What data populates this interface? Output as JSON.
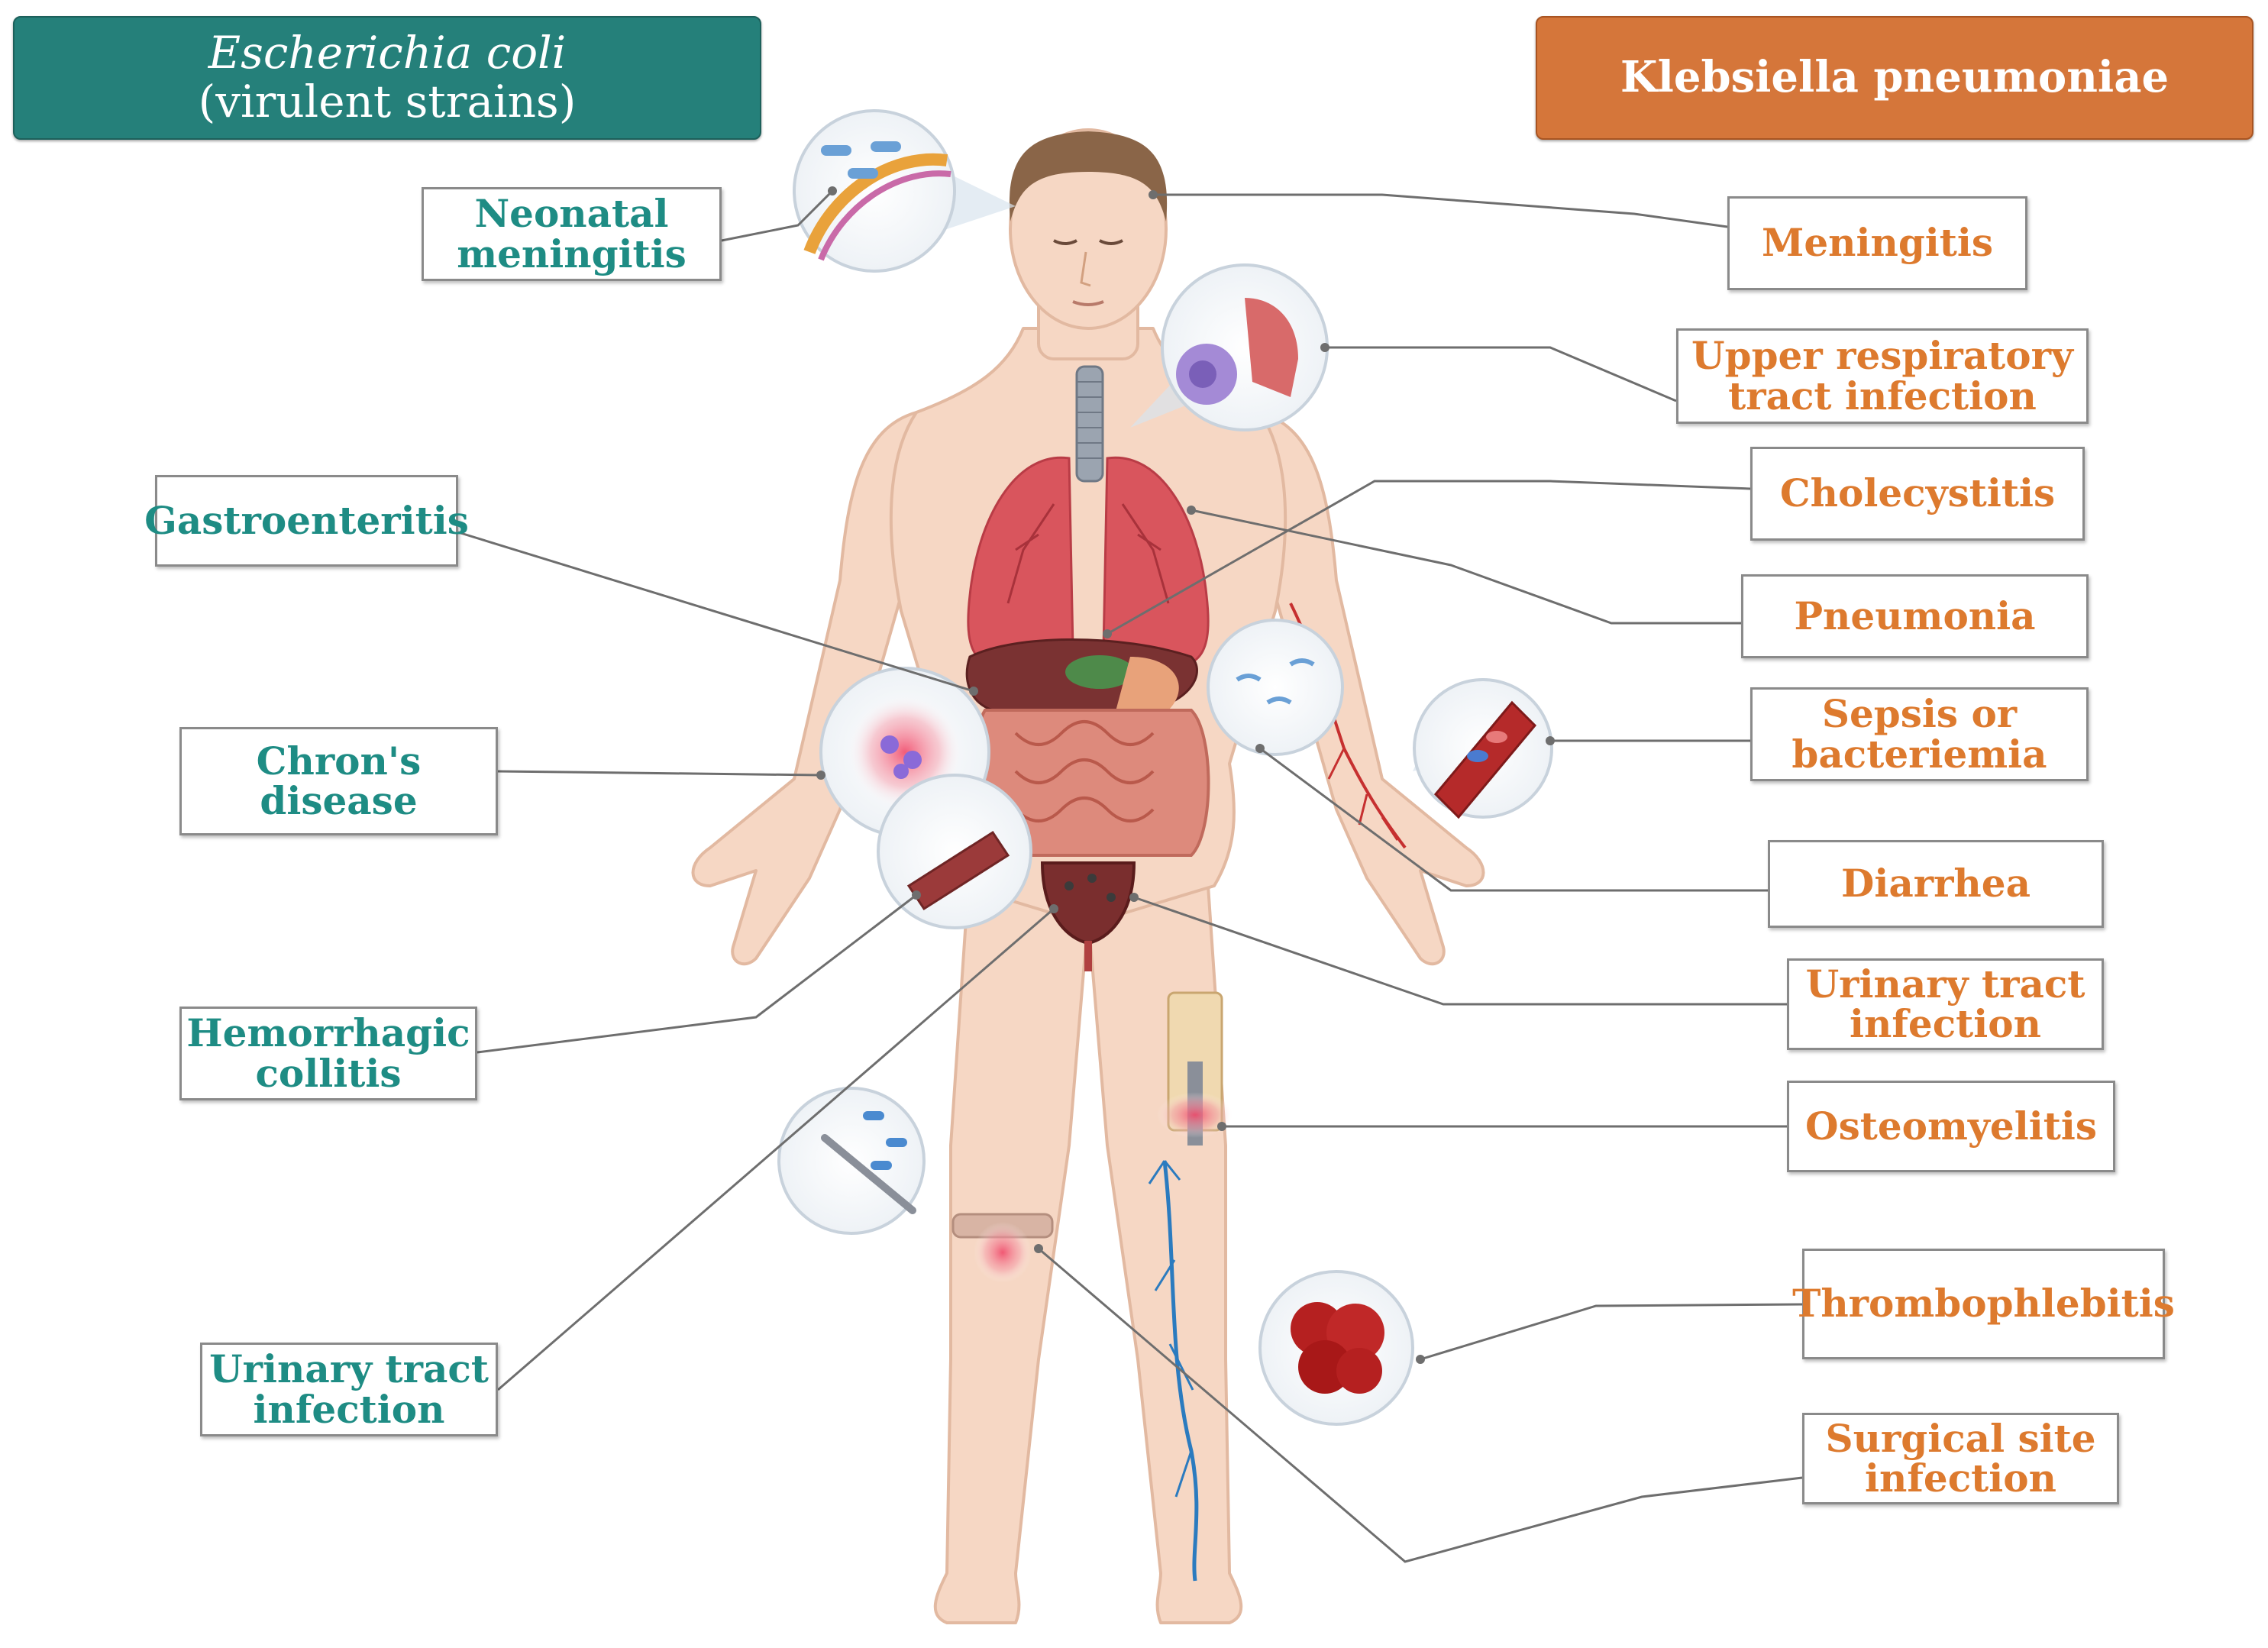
{
  "headers": {
    "ecoli": {
      "line1": "Escherichia coli",
      "line2": "(virulent strains)"
    },
    "klebsiella": {
      "label": "Klebsiella pneumoniae"
    }
  },
  "ecoli_labels": [
    {
      "line1": "Neonatal",
      "line2": "meningitis"
    },
    {
      "line1": "Gastroenteritis",
      "line2": ""
    },
    {
      "line1": "Chron's disease",
      "line2": ""
    },
    {
      "line1": "Hemorrhagic",
      "line2": "collitis"
    },
    {
      "line1": "Urinary tract",
      "line2": "infection"
    }
  ],
  "klebsiella_labels": [
    {
      "line1": "Meningitis",
      "line2": ""
    },
    {
      "line1": "Upper respiratory",
      "line2": "tract infection"
    },
    {
      "line1": "Cholecystitis",
      "line2": ""
    },
    {
      "line1": "Pneumonia",
      "line2": ""
    },
    {
      "line1": "Sepsis or",
      "line2": "bacteriemia"
    },
    {
      "line1": "Diarrhea",
      "line2": ""
    },
    {
      "line1": "Urinary tract",
      "line2": "infection"
    },
    {
      "line1": "Osteomyelitis",
      "line2": ""
    },
    {
      "line1": "Thrombophlebitis",
      "line2": ""
    },
    {
      "line1": "Surgical site",
      "line2": "infection"
    }
  ],
  "colors": {
    "ecoli_header": "#25807a",
    "ecoli_text": "#1e8c84",
    "klebsiella_header": "#d5763a",
    "klebsiella_text": "#dd7a2e",
    "skin": "#f6d7c4",
    "lungs": "#d9555d",
    "vein": "#2b7bbf",
    "artery": "#c63030"
  },
  "icons": [
    "human-body-illustration",
    "lungs-icon",
    "intestine-icon",
    "bladder-icon",
    "liver-icon",
    "blood-vessel-icon",
    "blood-clot-icon",
    "bacteria-icon",
    "scalpel-icon",
    "bone-implant-icon"
  ]
}
